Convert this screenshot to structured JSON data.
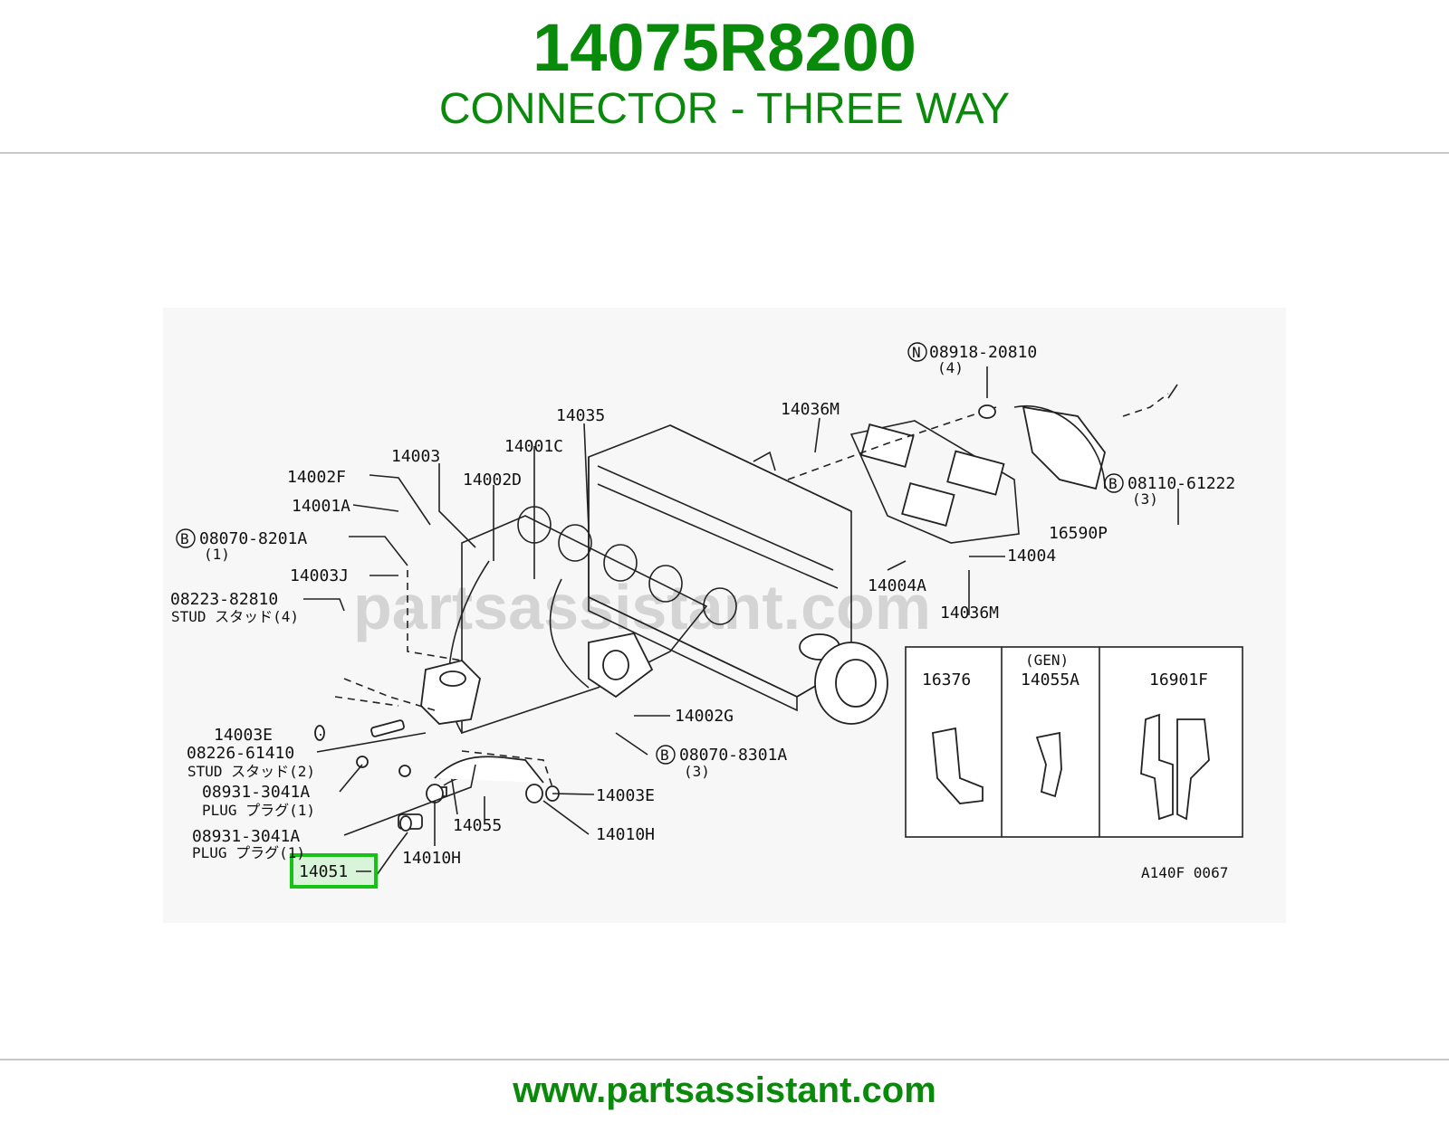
{
  "header": {
    "part_number": "14075R8200",
    "part_name": "CONNECTOR - THREE WAY"
  },
  "footer": {
    "url": "www.partsassistant.com"
  },
  "diagram": {
    "watermark": "partsassistant.com",
    "figure_code": "A140F 0067",
    "highlight_color": "#17c217",
    "callouts": {
      "c08918": "08918-20810",
      "c08918_qty": "(4)",
      "c08918_mark": "N",
      "c14036M_top": "14036M",
      "c14035": "14035",
      "c14001C": "14001C",
      "c14003": "14003",
      "c14002D": "14002D",
      "c14002F": "14002F",
      "c14001A": "14001A",
      "c08070a": "08070-8201A",
      "c08070a_qty": "(1)",
      "c08070a_mark": "B",
      "c14003J": "14003J",
      "c08223": "08223-82810",
      "c08223_desc": "STUD スタッド(4)",
      "c08110": "08110-61222",
      "c08110_qty": "(3)",
      "c08110_mark": "B",
      "c16590P": "16590P",
      "c14004": "14004",
      "c14004A": "14004A",
      "c14036M_bot": "14036M",
      "c14002G": "14002G",
      "c08070b": "08070-8301A",
      "c08070b_qty": "(3)",
      "c08070b_mark": "B",
      "c14003E_left": "14003E",
      "c08226": "08226-61410",
      "c08226_desc": "STUD スタッド(2)",
      "c08931a": "08931-3041A",
      "c08931a_desc": "PLUG プラグ(1)",
      "c08931b": "08931-3041A",
      "c08931b_desc": "PLUG プラグ(1)",
      "c14051": "14051",
      "c14010H_left": "14010H",
      "c14055": "14055",
      "c14010H_right": "14010H",
      "c14003E_right": "14003E"
    },
    "inset": {
      "c16376": "16376",
      "gen": "(GEN)",
      "c14055A": "14055A",
      "c16901F": "16901F"
    }
  }
}
